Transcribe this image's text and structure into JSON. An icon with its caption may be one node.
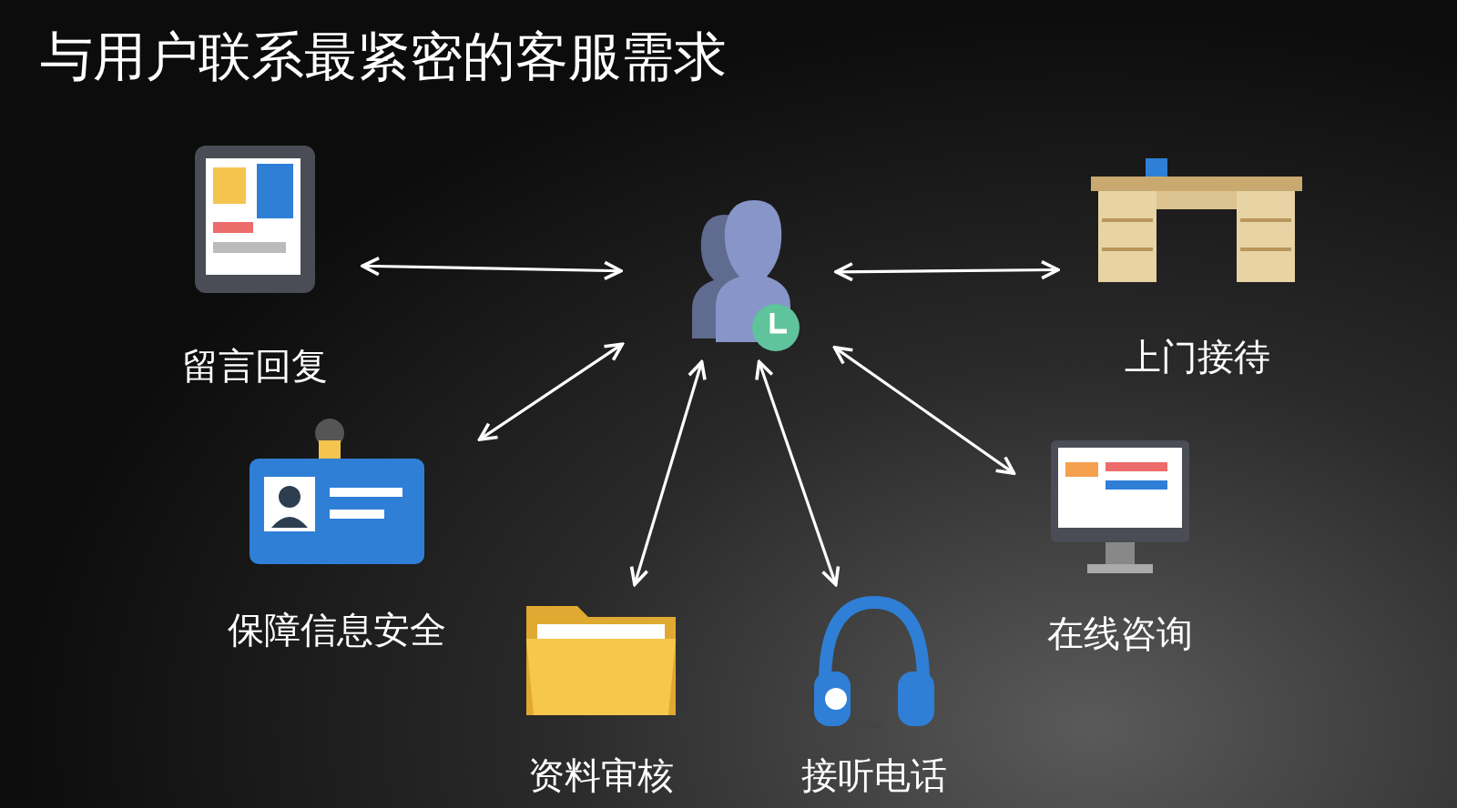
{
  "diagram": {
    "title": "与用户联系最紧密的客服需求",
    "nodes": [
      {
        "text": [],
        "shape": "person"
      },
      {
        "text": [
          "留言回复"
        ]
      },
      {
        "text": [
          "上门接待"
        ]
      },
      {
        "text": [
          "保障信息安全"
        ]
      },
      {
        "text": [
          "在线咨询"
        ]
      },
      {
        "text": [
          "资料审核"
        ]
      },
      {
        "text": [
          "接听电话"
        ]
      }
    ],
    "edges": [
      {
        "from": 0,
        "to": 1,
        "arrow": "both"
      },
      {
        "from": 0,
        "to": 2,
        "arrow": "both"
      },
      {
        "from": 0,
        "to": 3,
        "arrow": "both"
      },
      {
        "from": 0,
        "to": 4,
        "arrow": "both"
      },
      {
        "from": 0,
        "to": 5,
        "arrow": "both"
      },
      {
        "from": 0,
        "to": 6,
        "arrow": "both"
      }
    ]
  }
}
